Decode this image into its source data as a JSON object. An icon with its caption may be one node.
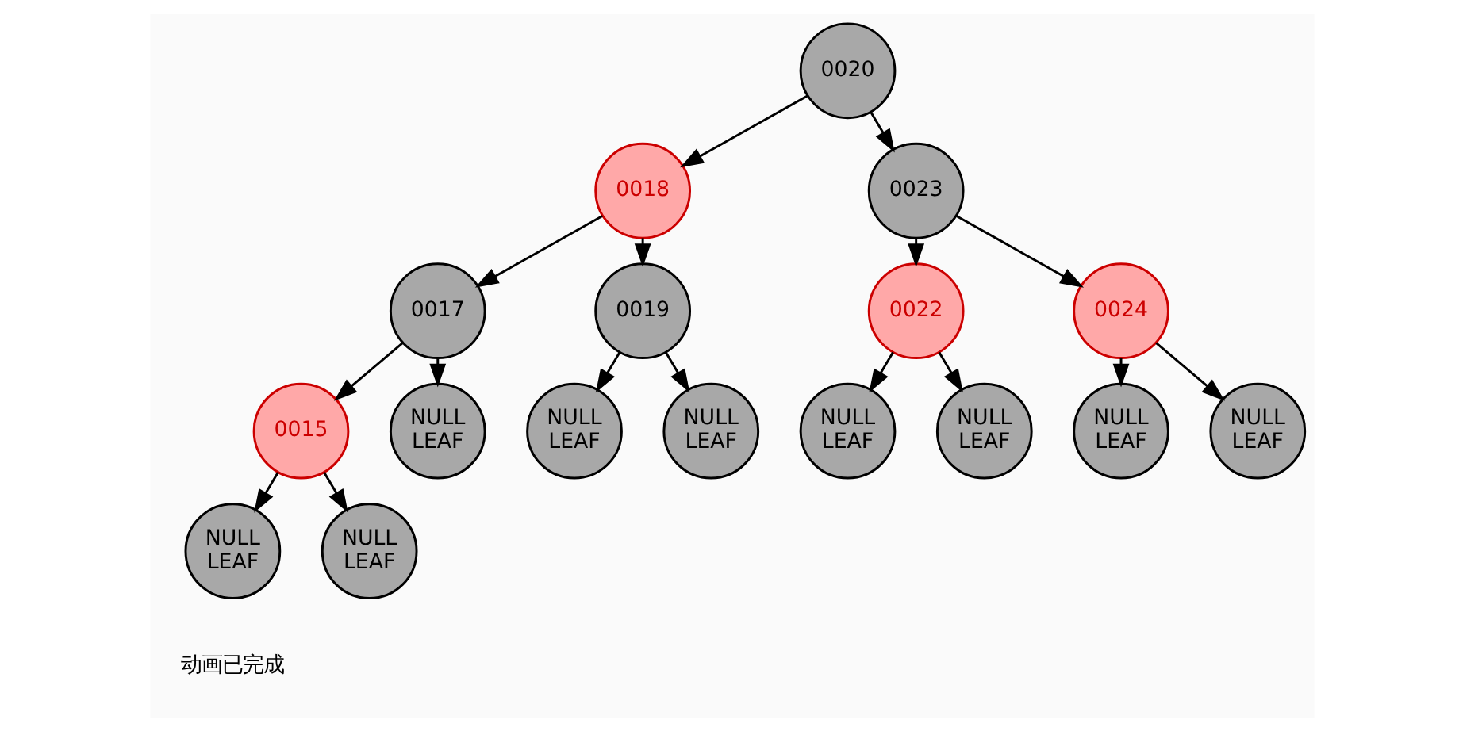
{
  "diagram": {
    "nodes": [
      {
        "text": [
          "0020"
        ]
      },
      {
        "text": [
          "0018"
        ]
      },
      {
        "text": [
          "0023"
        ]
      },
      {
        "text": [
          "0017"
        ]
      },
      {
        "text": [
          "0019"
        ]
      },
      {
        "text": [
          "0022"
        ]
      },
      {
        "text": [
          "0024"
        ]
      },
      {
        "text": [
          "0015"
        ]
      },
      {
        "text": [
          "NULL LEAF"
        ]
      },
      {
        "text": [
          "NULL LEAF"
        ]
      },
      {
        "text": [
          "NULL LEAF"
        ]
      },
      {
        "text": [
          "NULL LEAF"
        ]
      },
      {
        "text": [
          "NULL LEAF"
        ]
      },
      {
        "text": [
          "NULL LEAF"
        ]
      },
      {
        "text": [
          "NULL LEAF"
        ]
      },
      {
        "text": [
          "NULL LEAF"
        ]
      },
      {
        "text": [
          "NULL LEAF"
        ]
      }
    ],
    "edges": [
      {
        "from": 0,
        "to": 1,
        "arrow": "to"
      },
      {
        "from": 0,
        "to": 2,
        "arrow": "to"
      },
      {
        "from": 1,
        "to": 3,
        "arrow": "to"
      },
      {
        "from": 1,
        "to": 4,
        "arrow": "to"
      },
      {
        "from": 2,
        "to": 5,
        "arrow": "to"
      },
      {
        "from": 2,
        "to": 6,
        "arrow": "to"
      },
      {
        "from": 3,
        "to": 7,
        "arrow": "to"
      },
      {
        "from": 3,
        "to": 8,
        "arrow": "to"
      },
      {
        "from": 4,
        "to": 9,
        "arrow": "to"
      },
      {
        "from": 4,
        "to": 10,
        "arrow": "to"
      },
      {
        "from": 5,
        "to": 11,
        "arrow": "to"
      },
      {
        "from": 5,
        "to": 12,
        "arrow": "to"
      },
      {
        "from": 6,
        "to": 13,
        "arrow": "to"
      },
      {
        "from": 6,
        "to": 14,
        "arrow": "to"
      },
      {
        "from": 7,
        "to": 15,
        "arrow": "to"
      },
      {
        "from": 7,
        "to": 16,
        "arrow": "to"
      }
    ],
    "labels": [
      "动画已完成"
    ]
  }
}
